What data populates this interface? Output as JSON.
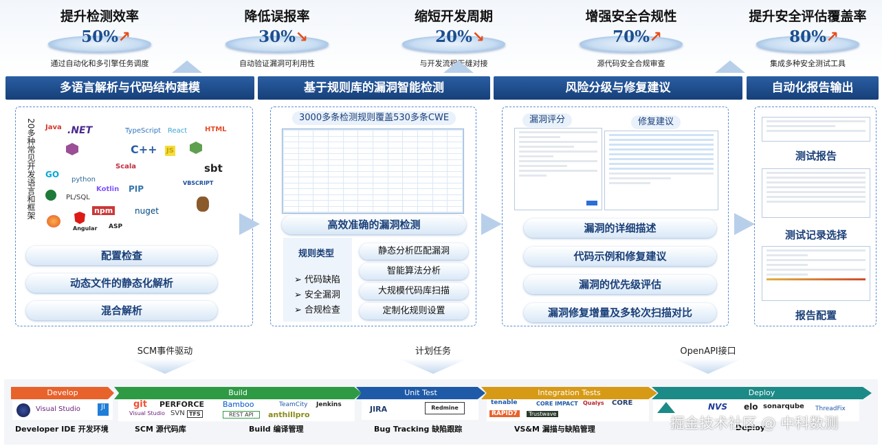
{
  "metrics": [
    {
      "title": "提升检测效率",
      "value": "50%",
      "trend": "up",
      "desc": "通过自动化和多引擎任务调度"
    },
    {
      "title": "降低误报率",
      "value": "30%",
      "trend": "down",
      "desc": "自动验证漏洞可利用性"
    },
    {
      "title": "缩短开发周期",
      "value": "20%",
      "trend": "down",
      "desc": "与开发流程无缝对接"
    },
    {
      "title": "增强安全合规性",
      "value": "70%",
      "trend": "up",
      "desc": "源代码安全合规审查"
    },
    {
      "title": "提升安全评估覆盖率",
      "value": "80%",
      "trend": "up",
      "desc": "集成多种安全测试工具"
    }
  ],
  "banners": [
    "多语言解析与代码结构建模",
    "基于规则库的漏洞智能检测",
    "风险分级与修复建议",
    "自动化报告输出"
  ],
  "panel1": {
    "side_label": "20多种常见开发语言和框架",
    "logos": [
      "Java",
      ".NET",
      "TypeScript",
      "React",
      "HTML",
      "C++",
      "JS",
      "sbt",
      "GO",
      "python",
      "Scala",
      "Kotlin",
      "PIP",
      "VBSCRIPT",
      "PL/SQL",
      "npm",
      "nuget",
      "Angular",
      "ASP"
    ],
    "items": [
      "配置检查",
      "动态文件的静态化解析",
      "混合解析"
    ]
  },
  "panel2": {
    "header": "3000多条检测规则覆盖530多条CWE",
    "subtitle": "高效准确的漏洞检测",
    "rule_type_label": "规则类型",
    "rule_types": [
      "代码缺陷",
      "安全漏洞",
      "合规检查"
    ],
    "features": [
      "静态分析匹配漏洞",
      "智能算法分析",
      "大规模代码库扫描",
      "定制化规则设置"
    ]
  },
  "panel3": {
    "tabs": [
      "漏洞评分",
      "修复建议"
    ],
    "items": [
      "漏洞的详细描述",
      "代码示例和修复建议",
      "漏洞的优先级评估",
      "漏洞修复增量及多轮次扫描对比"
    ]
  },
  "panel4": {
    "items": [
      "测试报告",
      "测试记录选择",
      "报告配置"
    ]
  },
  "triggers": [
    "SCM事件驱动",
    "计划任务",
    "OpenAPI接口"
  ],
  "pipeline": {
    "stages": [
      {
        "name": "Develop",
        "color": "#e8622c",
        "tools": [
          "Visual Studio"
        ],
        "caption": "Developer IDE 开发环境"
      },
      {
        "name": "Build",
        "color": "#2e9a44",
        "tools": [
          "git",
          "PERFORCE",
          "Visual Studio",
          "SVN",
          "TFS",
          "Bamboo",
          "TeamCity",
          "Jenkins",
          "REST API",
          "anthillpro"
        ],
        "caption_a": "SCM 源代码库",
        "caption_b": "Build 编译管理"
      },
      {
        "name": "Unit Test",
        "color": "#1f5aa8",
        "tools": [
          "JIRA",
          "Redmine"
        ],
        "caption": "Bug Tracking 缺陷跟踪"
      },
      {
        "name": "Integration Tests",
        "color": "#d79a16",
        "tools": [
          "tenable",
          "CORE IMPACT",
          "Qualys",
          "CORE",
          "RAPID7",
          "Trustwave"
        ],
        "caption": "VS&M 漏描与缺陷管理"
      },
      {
        "name": "Deploy",
        "color": "#1c8a86",
        "tools": [
          "NVS",
          "elo",
          "sonarqube",
          "ThreadFix"
        ],
        "caption": "Deploy"
      }
    ]
  },
  "watermark": "掘金技术社区 @ 中科数测"
}
